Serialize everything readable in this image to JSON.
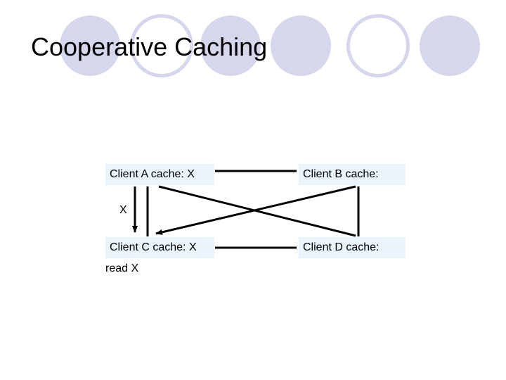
{
  "slide": {
    "title": "Cooperative Caching"
  },
  "nodes": [
    {
      "id": "A",
      "label": "Client A cache: X"
    },
    {
      "id": "B",
      "label": "Client B cache:"
    },
    {
      "id": "C",
      "label": "Client C cache: X"
    },
    {
      "id": "D",
      "label": "Client D cache:"
    }
  ],
  "edges": [
    {
      "from": "A",
      "to": "B",
      "style": "line"
    },
    {
      "from": "C",
      "to": "D",
      "style": "line"
    },
    {
      "from": "A",
      "to": "D",
      "style": "line"
    },
    {
      "from": "B",
      "to": "C",
      "style": "arrow"
    },
    {
      "from": "A",
      "to": "C",
      "style": "arrow"
    },
    {
      "from": "B",
      "to": "D",
      "style": "line"
    }
  ],
  "annotations": {
    "transfer_label": "X",
    "request_label": "read X"
  },
  "colors": {
    "decoration": "#d6d6ec",
    "node_fill": "#eaf4fc",
    "line": "#000000"
  }
}
